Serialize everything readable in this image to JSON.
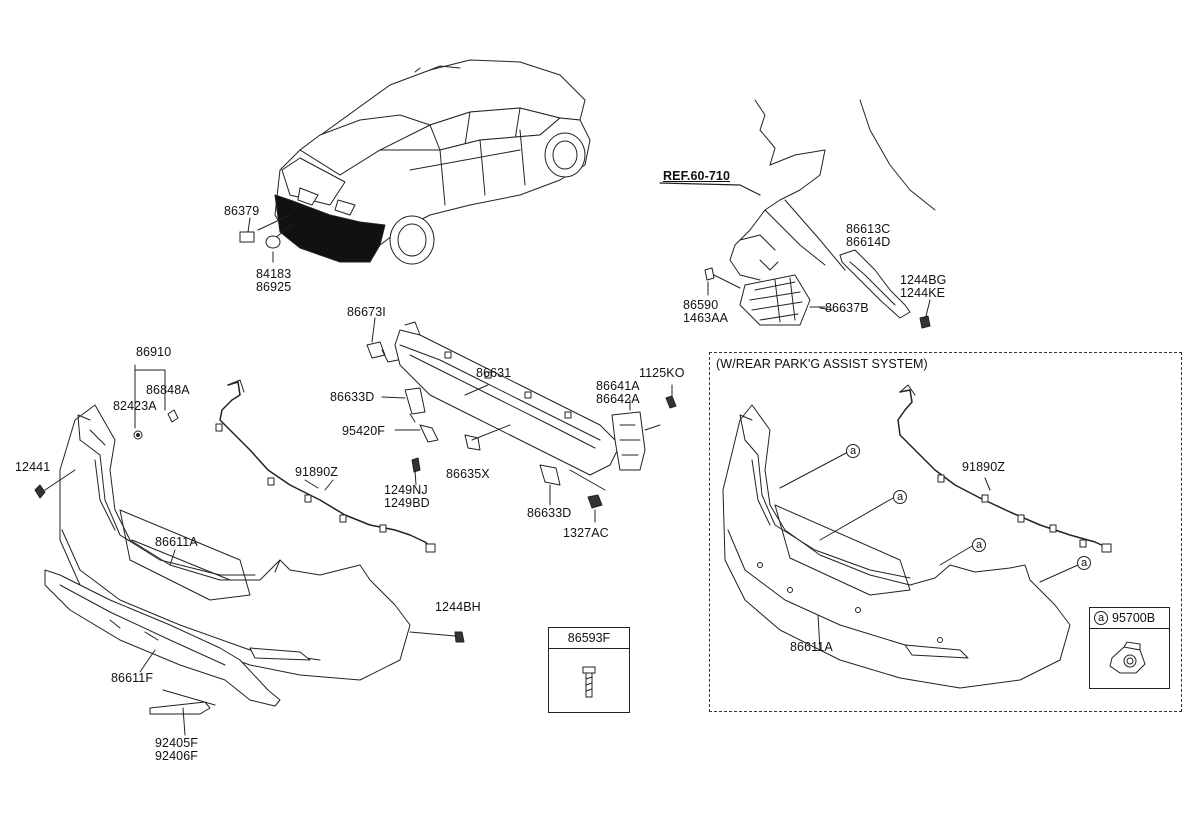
{
  "labels": {
    "p86379": "86379",
    "p84183": "84183",
    "p86925": "86925",
    "p86673I": "86673I",
    "p86631": "86631",
    "p86633D_a": "86633D",
    "p95420F": "95420F",
    "p86635X": "86635X",
    "p1249NJ": "1249NJ",
    "p1249BD": "1249BD",
    "p86633D_b": "86633D",
    "p1327AC": "1327AC",
    "p86641A": "86641A",
    "p86642A": "86642A",
    "p1125KO": "1125KO",
    "p86910": "86910",
    "p86848A": "86848A",
    "p82423A": "82423A",
    "p12441": "12441",
    "p91890Z_a": "91890Z",
    "p86611A_a": "86611A",
    "p1244BH": "1244BH",
    "p86611F": "86611F",
    "p92405F": "92405F",
    "p92406F": "92406F",
    "p86593F": "86593F",
    "ref": "REF.60-710",
    "p86613C": "86613C",
    "p86614D": "86614D",
    "p1244BG": "1244BG",
    "p1244KE": "1244KE",
    "p86590": "86590",
    "p1463AA": "1463AA",
    "p86637B": "86637B",
    "p91890Z_b": "91890Z",
    "p86611A_b": "86611A",
    "p95700B": "95700B"
  },
  "subpanel_title": "(W/REAR PARK'G ASSIST SYSTEM)",
  "callout_letter": "a"
}
